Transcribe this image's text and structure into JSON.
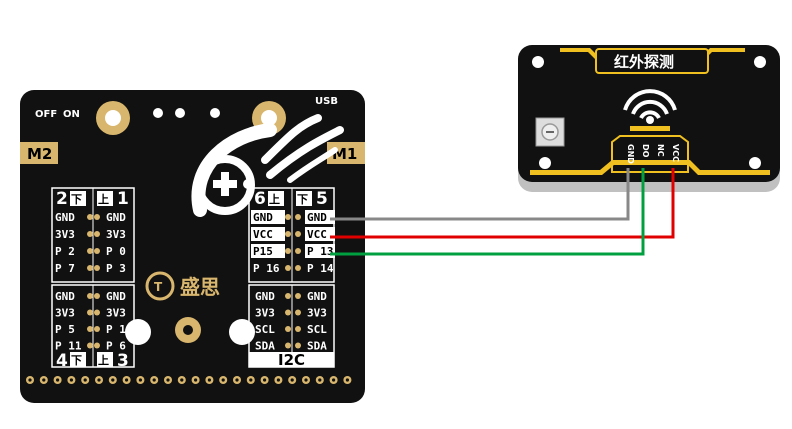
{
  "board": {
    "off_label": "OFF",
    "on_label": "ON",
    "usb_label": "USB",
    "m2_label": "M2",
    "m1_label": "M1",
    "logo_text": "盛思",
    "i2c_label": "I2C",
    "port2": {
      "num": "2",
      "arrow": "下"
    },
    "port1": {
      "num": "1",
      "arrow": "上"
    },
    "port6": {
      "num": "6",
      "arrow": "上"
    },
    "port5": {
      "num": "5",
      "arrow": "下"
    },
    "port4": {
      "num": "4",
      "arrow": "下"
    },
    "port3": {
      "num": "3",
      "arrow": "上"
    },
    "left_top_a": [
      "GND",
      "3V3",
      "P 2",
      "P 7"
    ],
    "left_top_b": [
      "GND",
      "3V3",
      "P 0",
      "P 3"
    ],
    "left_bot_a": [
      "GND",
      "3V3",
      "P 5",
      "P 11"
    ],
    "left_bot_b": [
      "GND",
      "3V3",
      "P 1",
      "P 6"
    ],
    "right_top_a": [
      "GND",
      "VCC",
      "P15",
      "P 16"
    ],
    "right_top_b": [
      "GND",
      "VCC",
      "P 13",
      "P 14"
    ],
    "right_bot_a": [
      "GND",
      "3V3",
      "SCL",
      "SDA"
    ],
    "right_bot_b": [
      "GND",
      "3V3",
      "SCL",
      "SDA"
    ]
  },
  "sensor": {
    "title": "红外探测",
    "pins": [
      "GND",
      "DO",
      "NC",
      "VCC"
    ]
  },
  "wires": [
    {
      "from": "GND",
      "to": "GND",
      "color": "#888888"
    },
    {
      "from": "VCC",
      "to": "VCC",
      "color": "#e00000"
    },
    {
      "from": "P 13",
      "to": "DO",
      "color": "#00a040"
    }
  ]
}
